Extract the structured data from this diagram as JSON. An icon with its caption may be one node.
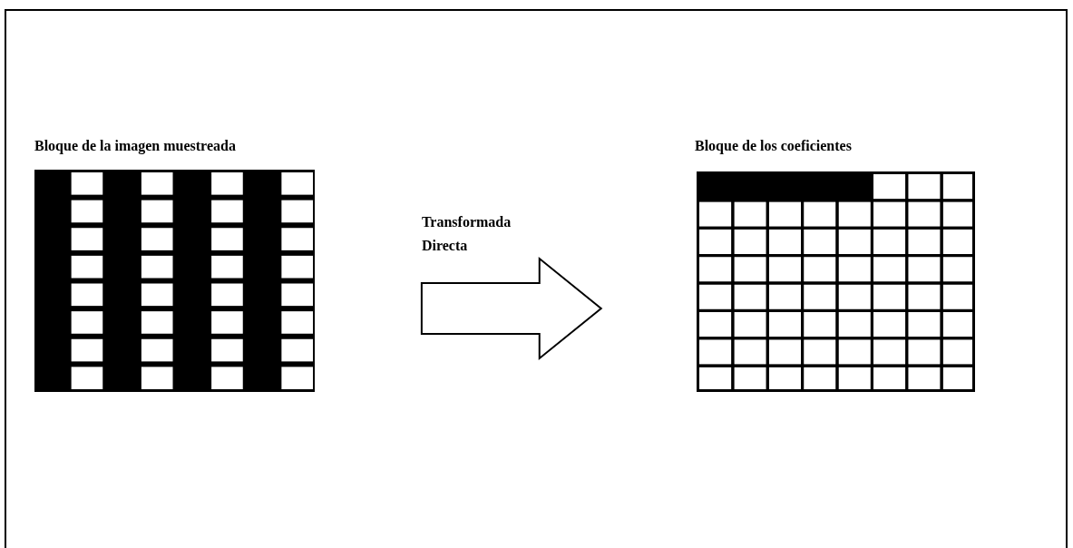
{
  "diagram": {
    "nodes": [
      {
        "text": [
          "Bloque de la imagen muestreada"
        ]
      },
      {
        "text": [
          "Bloque de los coeficientes"
        ]
      }
    ],
    "edges": [
      {
        "from": 0,
        "to": 1,
        "arrow": "to",
        "label": "Transformada Directa"
      }
    ]
  }
}
